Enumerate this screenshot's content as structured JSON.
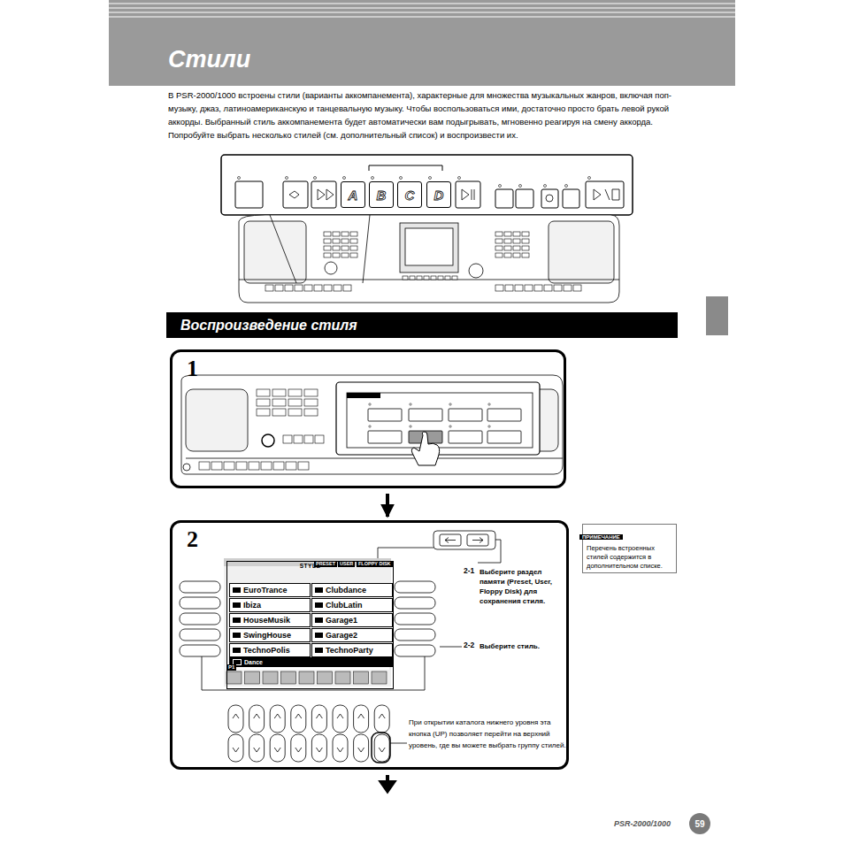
{
  "diagram": {
    "title": "Стили",
    "nodes": [
      {
        "text": [
          "A"
        ]
      },
      {
        "text": [
          "B"
        ]
      },
      {
        "text": [
          "C"
        ]
      },
      {
        "text": [
          "D"
        ]
      },
      {
        "text": [
          "Воспроизведение стиля"
        ]
      },
      {
        "text": [
          "1"
        ]
      },
      {
        "text": [
          "2"
        ]
      },
      {
        "text": [
          "STYLE"
        ],
        "in": 6
      },
      {
        "text": [
          "EuroTrance"
        ],
        "in": 7
      },
      {
        "text": [
          "Clubdance"
        ],
        "in": 7
      },
      {
        "text": [
          "Ibiza"
        ],
        "in": 7
      },
      {
        "text": [
          "ClubLatin"
        ],
        "in": 7
      },
      {
        "text": [
          "HouseMusik"
        ],
        "in": 7
      },
      {
        "text": [
          "Garage1"
        ],
        "in": 7
      },
      {
        "text": [
          "SwingHouse"
        ],
        "in": 7
      },
      {
        "text": [
          "Garage2"
        ],
        "in": 7
      },
      {
        "text": [
          "TechnoPolis"
        ],
        "in": 7
      },
      {
        "text": [
          "TechnoParty"
        ],
        "in": 7
      },
      {
        "text": [
          "Dance"
        ],
        "in": 7
      },
      {
        "text": [
          "ПРИМЕЧАНИЕ",
          "Перечень встроенных стилей содержится в дополнительном списке."
        ]
      },
      {
        "text": [
          "59"
        ]
      }
    ],
    "edges": [
      {
        "from": 5,
        "to": 6,
        "arrow": "to"
      }
    ],
    "labels": [
      "В PSR-2000/1000 встроены стили (варианты аккомпанемента), характерные для множества музыкальных жанров, включая поп-музыку, джаз, латиноамериканскую и танцевальную музыку. Чтобы воспользоваться ими, достаточно просто брать левой рукой аккорды. Выбранный стиль аккомпанемента будет автоматически вам подыгрывать, мгновенно реагируя на смену аккорда. Попробуйте выбрать несколько стилей (см. дополнительный список) и воспроизвести их.",
      "PRESET",
      "USER",
      "FLOPPY DISK",
      "P1",
      "2-1",
      "Выберите раздел памяти (Preset, User, Floppy Disk) для сохранения стиля.",
      "2-2",
      "Выберите стиль.",
      "При открытии каталога нижнего уровня эта кнопка (UP) позволяет перейти на верхний уровень, где вы можете выбрать группу стилей.",
      "PSR-2000/1000"
    ]
  }
}
